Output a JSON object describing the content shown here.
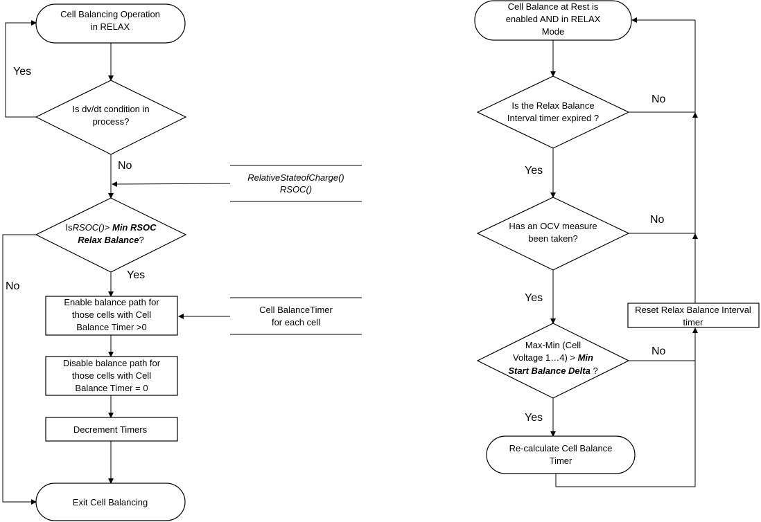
{
  "left": {
    "start": {
      "lines": [
        [
          "Cell Balancing Operation"
        ],
        [
          "in RELAX"
        ]
      ]
    },
    "d1": {
      "lines": [
        [
          "Is dv/dt condition in"
        ],
        [
          "process?"
        ]
      ]
    },
    "d2": {
      "lines": [
        [
          "Is",
          "n"
        ],
        [
          "RSOC()",
          "i"
        ],
        [
          ">",
          "n"
        ],
        [
          " Min RSOC",
          "bi"
        ],
        [
          "Relax Balance",
          "bi"
        ],
        [
          "?",
          "n"
        ]
      ]
    },
    "box1": {
      "lines": [
        [
          "Enable balance path for"
        ],
        [
          "those cells with  Cell"
        ],
        [
          "Balance Timer  >0"
        ]
      ]
    },
    "box2": {
      "lines": [
        [
          "Disable balance path for"
        ],
        [
          "those cells with  Cell"
        ],
        [
          "Balance Timer  = 0"
        ]
      ]
    },
    "box3": {
      "lines": [
        [
          "Decrement Timers"
        ]
      ]
    },
    "end": {
      "lines": [
        [
          "Exit Cell Balancing"
        ]
      ]
    },
    "yes_loop": "Yes",
    "no_d1": "No",
    "yes_d2": "Yes",
    "no_d2": "No",
    "input_rsoc": {
      "line1": "RelativeStateofCharge()",
      "line2": "RSOC()"
    },
    "input_timer": {
      "line1": "Cell BalanceTimer",
      "line2": "for each cell"
    }
  },
  "right": {
    "start": {
      "lines": [
        [
          "Cell Balance at Rest is"
        ],
        [
          "enabled AND in RELAX"
        ],
        [
          "Mode"
        ]
      ]
    },
    "d1": {
      "lines": [
        [
          "Is the Relax Balance"
        ],
        [
          "Interval timer expired ?"
        ]
      ]
    },
    "d2": {
      "lines": [
        [
          "Has an OCV measure"
        ],
        [
          "been taken?"
        ]
      ]
    },
    "d3": {
      "l1": "Max-Min (Cell",
      "l2a": "Voltage 1…4) > ",
      "l2b": "Min",
      "l3a": "Start Balance Delta",
      "l3b": " ?"
    },
    "reset": {
      "lines": [
        [
          "Reset Relax Balance Interval"
        ],
        [
          "timer"
        ]
      ]
    },
    "recalc": {
      "lines": [
        [
          "Re-calculate Cell Balance"
        ],
        [
          "Timer"
        ]
      ]
    },
    "no1": "No",
    "no2": "No",
    "no3": "No",
    "yes1": "Yes",
    "yes2": "Yes",
    "yes3": "Yes"
  }
}
